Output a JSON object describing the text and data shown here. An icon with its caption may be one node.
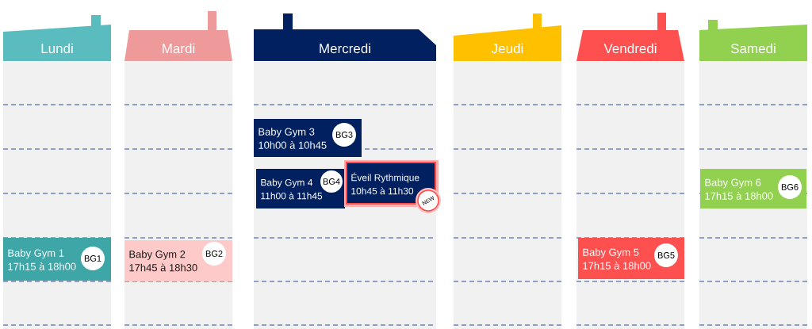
{
  "diagram": {
    "nodes": [
      {
        "text": [
          "Lundi"
        ]
      },
      {
        "text": [
          "Mardi"
        ]
      },
      {
        "text": [
          "Mercredi"
        ]
      },
      {
        "text": [
          "Jeudi"
        ]
      },
      {
        "text": [
          "Vendredi"
        ]
      },
      {
        "text": [
          "Samedi"
        ]
      },
      {
        "text": [
          "Baby Gym 3",
          "10h00 à 10h45"
        ]
      },
      {
        "text": [
          "BG3"
        ],
        "in": 6
      },
      {
        "text": [
          "Baby Gym 4",
          "11h00 à 11h45"
        ]
      },
      {
        "text": [
          "BG4"
        ],
        "in": 8
      },
      {
        "text": [
          "Éveil Rythmique",
          "10h45 à 11h30"
        ]
      },
      {
        "text": [
          "NEW"
        ]
      },
      {
        "text": [
          "Baby Gym 6",
          "17h15 à 18h00"
        ]
      },
      {
        "text": [
          "BG6"
        ],
        "in": 12
      },
      {
        "text": [
          "Baby Gym 1",
          "17h15 à 18h00"
        ]
      },
      {
        "text": [
          "BG1"
        ],
        "in": 14
      },
      {
        "text": [
          "Baby Gym 2",
          "17h45 à 18h30"
        ]
      },
      {
        "text": [
          "BG2"
        ],
        "in": 16
      },
      {
        "text": [
          "Baby Gym 5",
          "17h15 à 18h00"
        ]
      },
      {
        "text": [
          "BG5"
        ],
        "in": 18
      }
    ]
  }
}
